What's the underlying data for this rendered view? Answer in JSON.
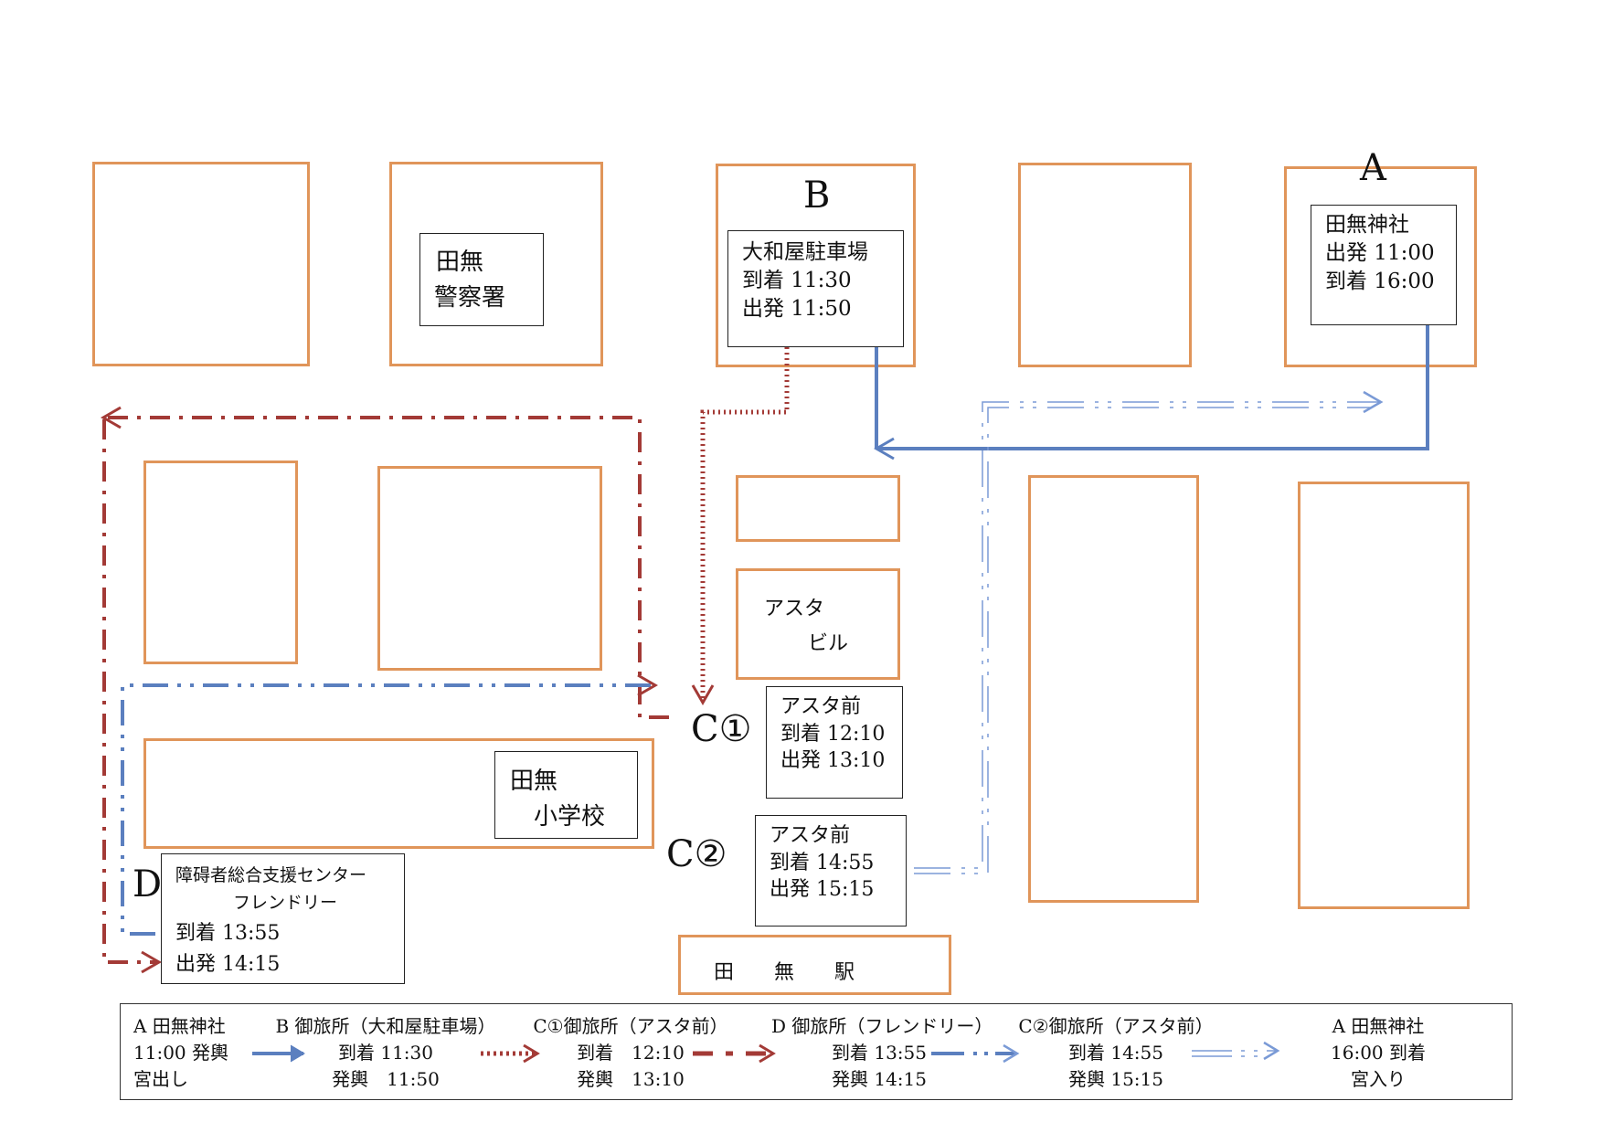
{
  "map": {
    "markers": {
      "A": "A",
      "B": "B",
      "C1": "C①",
      "C2": "C②",
      "D": "D"
    },
    "boxes": {
      "police": {
        "line1": "田無",
        "line2": "警察署"
      },
      "yamatoya": {
        "line1": "大和屋駐車場",
        "line2": "到着 11:30",
        "line3": "出発 11:50"
      },
      "shrine": {
        "line1": "田無神社",
        "line2": "出発 11:00",
        "line3": "到着 16:00"
      },
      "asta_building": {
        "line1": "アスタ",
        "line2": "ビル"
      },
      "asta_front_c1": {
        "line1": "アスタ前",
        "line2": "到着 12:10",
        "line3": "出発 13:10"
      },
      "asta_front_c2": {
        "line1": "アスタ前",
        "line2": "到着 14:55",
        "line3": "出発 15:15"
      },
      "school": {
        "line1": "田無",
        "line2": "小学校"
      },
      "friendly": {
        "line1": "障碍者総合支援センター",
        "line2": "フレンドリー",
        "line3": "到着 13:55",
        "line4": "出発 14:15"
      },
      "station": {
        "label": "田　　無　　駅"
      }
    },
    "route_colors": {
      "leg1_A_to_B": "#5b7fbf",
      "leg2_B_to_C1": "#a33a36",
      "leg3_C1_to_D": "#a33a36",
      "leg4_D_to_C2": "#5b7fbf",
      "leg5_C2_to_A": "#7a9ad6",
      "block_border": "#e0955a"
    }
  },
  "legend": {
    "s1": {
      "line1": "A 田無神社",
      "line2": "11:00 発輿",
      "line3": "宮出し"
    },
    "s2": {
      "line1": "B 御旅所（大和屋駐車場）",
      "line2": "到着 11:30",
      "line3": "発輿　11:50"
    },
    "s3": {
      "line1": "C①御旅所（アスタ前）",
      "line2": "到着　12:10",
      "line3": "発輿　13:10"
    },
    "s4": {
      "line1": "D 御旅所（フレンドリー）",
      "line2": "到着 13:55",
      "line3": "発輿 14:15"
    },
    "s5": {
      "line1": "C②御旅所（アスタ前）",
      "line2": "到着 14:55",
      "line3": "発輿 15:15"
    },
    "s6": {
      "line1": "A 田無神社",
      "line2": "16:00 到着",
      "line3": "宮入り"
    }
  }
}
